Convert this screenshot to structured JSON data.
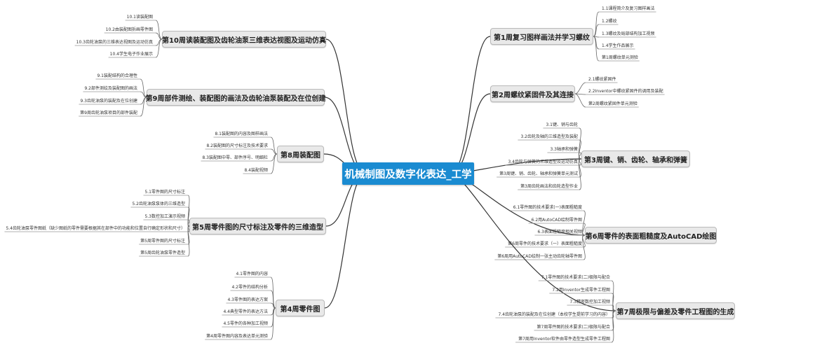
{
  "center": "机械制图及数字化表达_工学",
  "right": [
    {
      "title": "第1周复习图样画法并学习螺纹",
      "items": [
        "1.1课程简介及复习图样画法",
        "1.2螺纹",
        "1.3螺纹及局部结构加工视频",
        "1.4学生作品展示",
        "第1周螺纹单元测验"
      ]
    },
    {
      "title": "第2周螺纹紧固件及其连接",
      "items": [
        "2.1螺纹紧固件",
        "2.2Inventor中螺纹紧固件的调用及装配",
        "第2周螺纹紧固件单元测验"
      ]
    },
    {
      "title": "第3周键、销、齿轮、轴承和弹簧",
      "items": [
        "3.1键、销与齿轮",
        "3.2齿轮及轴的三维造型及装配",
        "3.3轴承和弹簧",
        "3.4齿轮与弹簧的三维造型及运动仿真",
        "第3周键、销、齿轮、轴承和弹簧单元测试",
        "第3周齿轮画法和齿轮造型作业"
      ]
    },
    {
      "title": "第6周零件的表面粗糙度及AutoCAD绘图",
      "items": [
        "6.1零件图的技术要求(一)表面粗糙度",
        "6.2用AutoCAD绘制零件图",
        "6.3表面粗糙度相关视频",
        "第6周零件的技术要求（一）表面粗糙度",
        "第6周用AutoCAD绘制一张主动齿轮轴零件图"
      ]
    },
    {
      "title": "第7周极限与偏差及零件工程图的生成",
      "items": [
        "7.1零件图的技术要求(二)极限与配合",
        "7.2用Inventor生成零件工程图",
        "7.3精密数控加工视频",
        "7.4齿轮油泵的装配及在位创建（本校学生提前学习的内容）",
        "第7周零件图的技术要求(二)极限与配合",
        "第7周用Inventor软件由零件造型生成零件工程图"
      ]
    }
  ],
  "left": [
    {
      "title": "第10周读装配图及齿轮油泵三维表达视图及运动仿真",
      "items": [
        "10.1读装配图",
        "10.2由装配图拆画零件图",
        "10.3齿轮油泵的三维表达视图及运动仿真",
        "10.4学生电子作业展示"
      ]
    },
    {
      "title": "第9周部件测绘、装配图的画法及齿轮油泵装配及在位创建",
      "items": [
        "9.1装配结构的合理性",
        "9.2部件测绘及装配图的画法",
        "9.3齿轮油泵的装配及在位创建",
        "第9周齿轮油泵项目的部件装配"
      ]
    },
    {
      "title": "第8周装配图",
      "items": [
        "8.1装配图的内容及图样画法",
        "8.2装配图的尺寸标注及技术要求",
        "8.3装配图中零、部件序号、明细栏",
        "8.4装配视频"
      ]
    },
    {
      "title": "第5周零件图的尺寸标注及零件的三维造型",
      "items": [
        "5.1零件图的尺寸标注",
        "5.2齿轮油泵泵体的三维造型",
        "5.3数控加工演示视频",
        "5.4齿轮油泵零件图纸（缺少图纸的零件需要根据其在部件中的功能和位置自行确定形状和尺寸）",
        "第5周零件图的尺寸标注",
        "第5周齿轮油泵零件造型"
      ]
    },
    {
      "title": "第4周零件图",
      "items": [
        "4.1零件图的内容",
        "4.2零件的结构分析",
        "4.3零件图的表达方案",
        "4.4典型零件的表达方法",
        "4.5零件的各种加工视频",
        "第4周零件图内容及表达单元测验"
      ]
    }
  ]
}
